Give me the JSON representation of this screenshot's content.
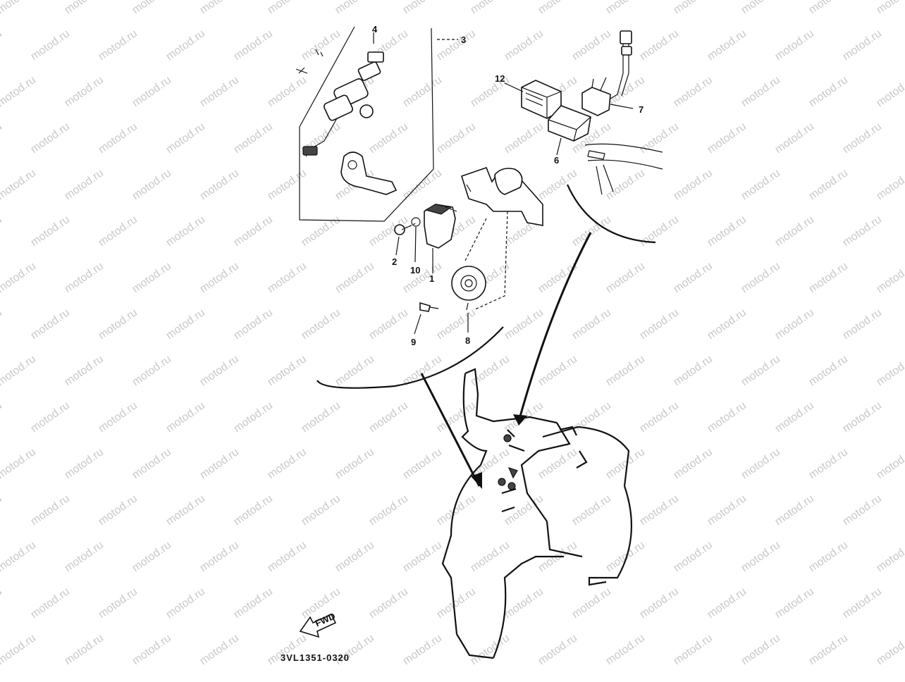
{
  "watermark": "motod.ru",
  "part_numbers": {
    "p1": "1",
    "p2": "2",
    "p3": "3",
    "p4": "4",
    "p6": "6",
    "p7": "7",
    "p8": "8",
    "p9": "9",
    "p10": "10",
    "p12": "12"
  },
  "fwd_label": "FWD",
  "diagram_code": "3VL1351-0320"
}
